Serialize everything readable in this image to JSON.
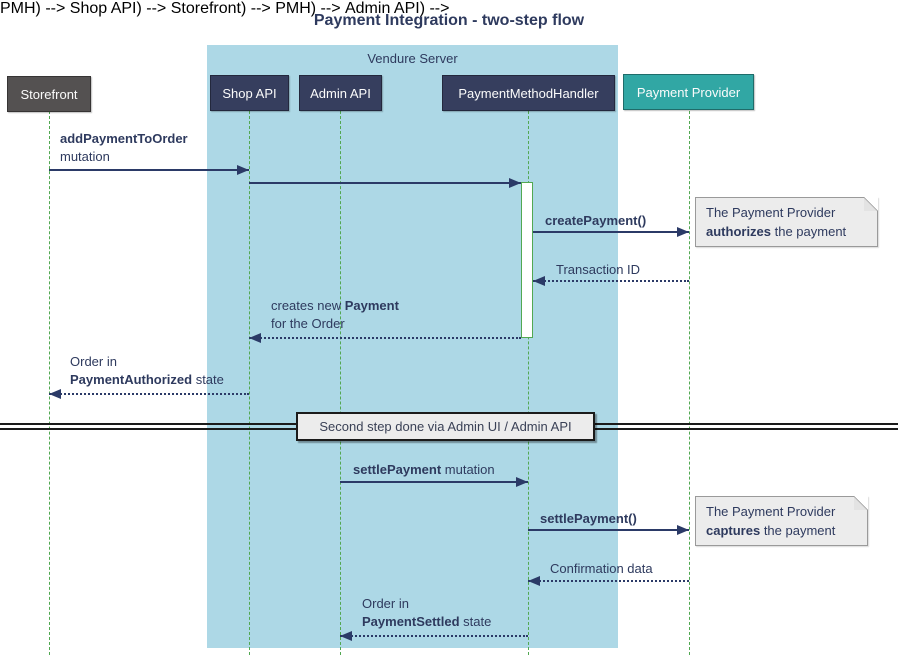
{
  "title": "Payment Integration - two-step flow",
  "container": {
    "label": "Vendure Server"
  },
  "participants": [
    {
      "label": "Storefront"
    },
    {
      "label": "Shop API"
    },
    {
      "label": "Admin API"
    },
    {
      "label": "PaymentMethodHandler"
    },
    {
      "label": "Payment Provider"
    }
  ],
  "messages": {
    "add_payment": {
      "bold": "addPaymentToOrder",
      "rest": "mutation"
    },
    "create_payment": {
      "bold": "createPayment()"
    },
    "transaction_id": {
      "text": "Transaction ID"
    },
    "creates_payment": {
      "pre": "creates new ",
      "bold": "Payment",
      "line2": "for the Order"
    },
    "order_authorized": {
      "line1": "Order in",
      "bold": "PaymentAuthorized",
      "rest": " state"
    },
    "settle_mutation": {
      "bold": "settlePayment",
      "rest": " mutation"
    },
    "settle_call": {
      "bold": "settlePayment()"
    },
    "confirmation": {
      "text": "Confirmation data"
    },
    "order_settled": {
      "line1": "Order in",
      "bold": "PaymentSettled",
      "rest": " state"
    }
  },
  "notes": {
    "authorize": {
      "line1": "The Payment Provider",
      "bold": "authorizes",
      "rest": " the payment"
    },
    "capture": {
      "line1": "The Payment Provider",
      "bold": "captures",
      "rest": " the payment"
    }
  },
  "divider": {
    "label": "Second step done via Admin UI / Admin API"
  },
  "colors": {
    "title_navy": "#2E3A5E",
    "arrow_navy": "#2B3A67",
    "participant_navy": "#363E5E",
    "participant_gray": "#545151",
    "participant_teal": "#31A7A4",
    "container_blue": "#ADD8E6",
    "lifeline_green": "#52A852",
    "note_bg": "#ECECEC",
    "divider_bg": "#ECECEC"
  }
}
